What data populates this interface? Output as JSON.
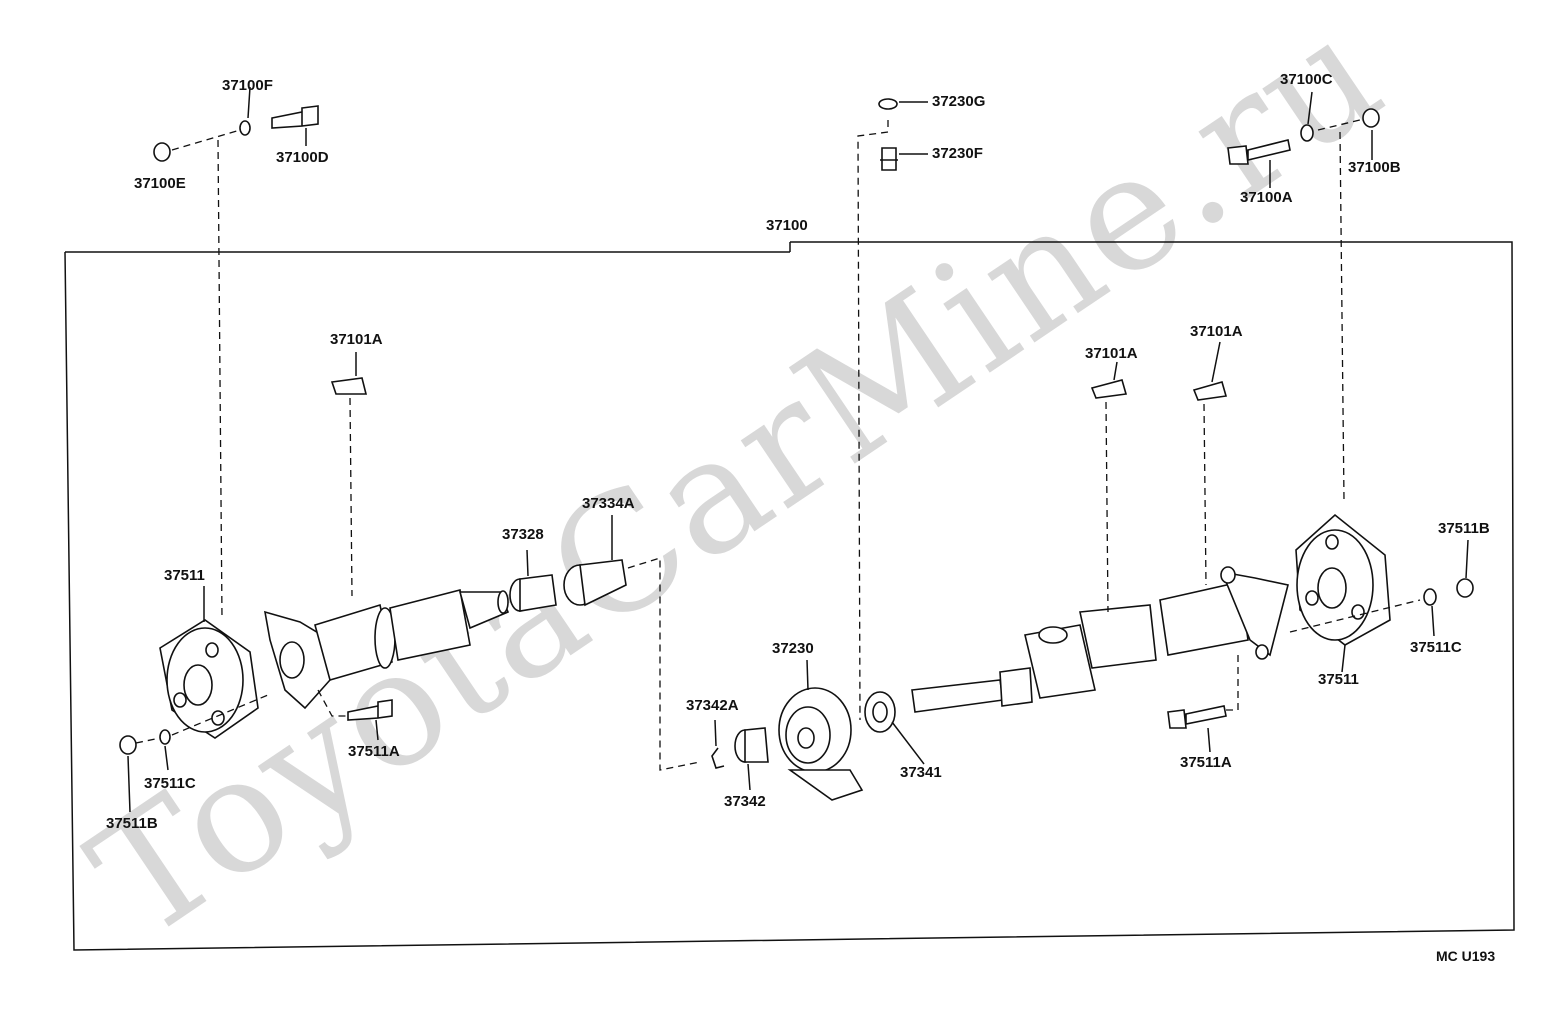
{
  "watermark": "ToyotaCarMine.ru",
  "diagram_code": "MC  U193",
  "labels": {
    "p37100F": "37100F",
    "p37100D": "37100D",
    "p37100E": "37100E",
    "p37230G": "37230G",
    "p37230F": "37230F",
    "p37100C": "37100C",
    "p37100B": "37100B",
    "p37100A": "37100A",
    "p37100": "37100",
    "p37101A_left": "37101A",
    "p37101A_mid": "37101A",
    "p37101A_right": "37101A",
    "p37334A": "37334A",
    "p37328": "37328",
    "p37511_left": "37511",
    "p37511_right": "37511",
    "p37511B_right": "37511B",
    "p37511C_right": "37511C",
    "p37230": "37230",
    "p37342A": "37342A",
    "p37342": "37342",
    "p37341": "37341",
    "p37511A_left": "37511A",
    "p37511A_right": "37511A",
    "p37511C_left": "37511C",
    "p37511B_left": "37511B"
  }
}
